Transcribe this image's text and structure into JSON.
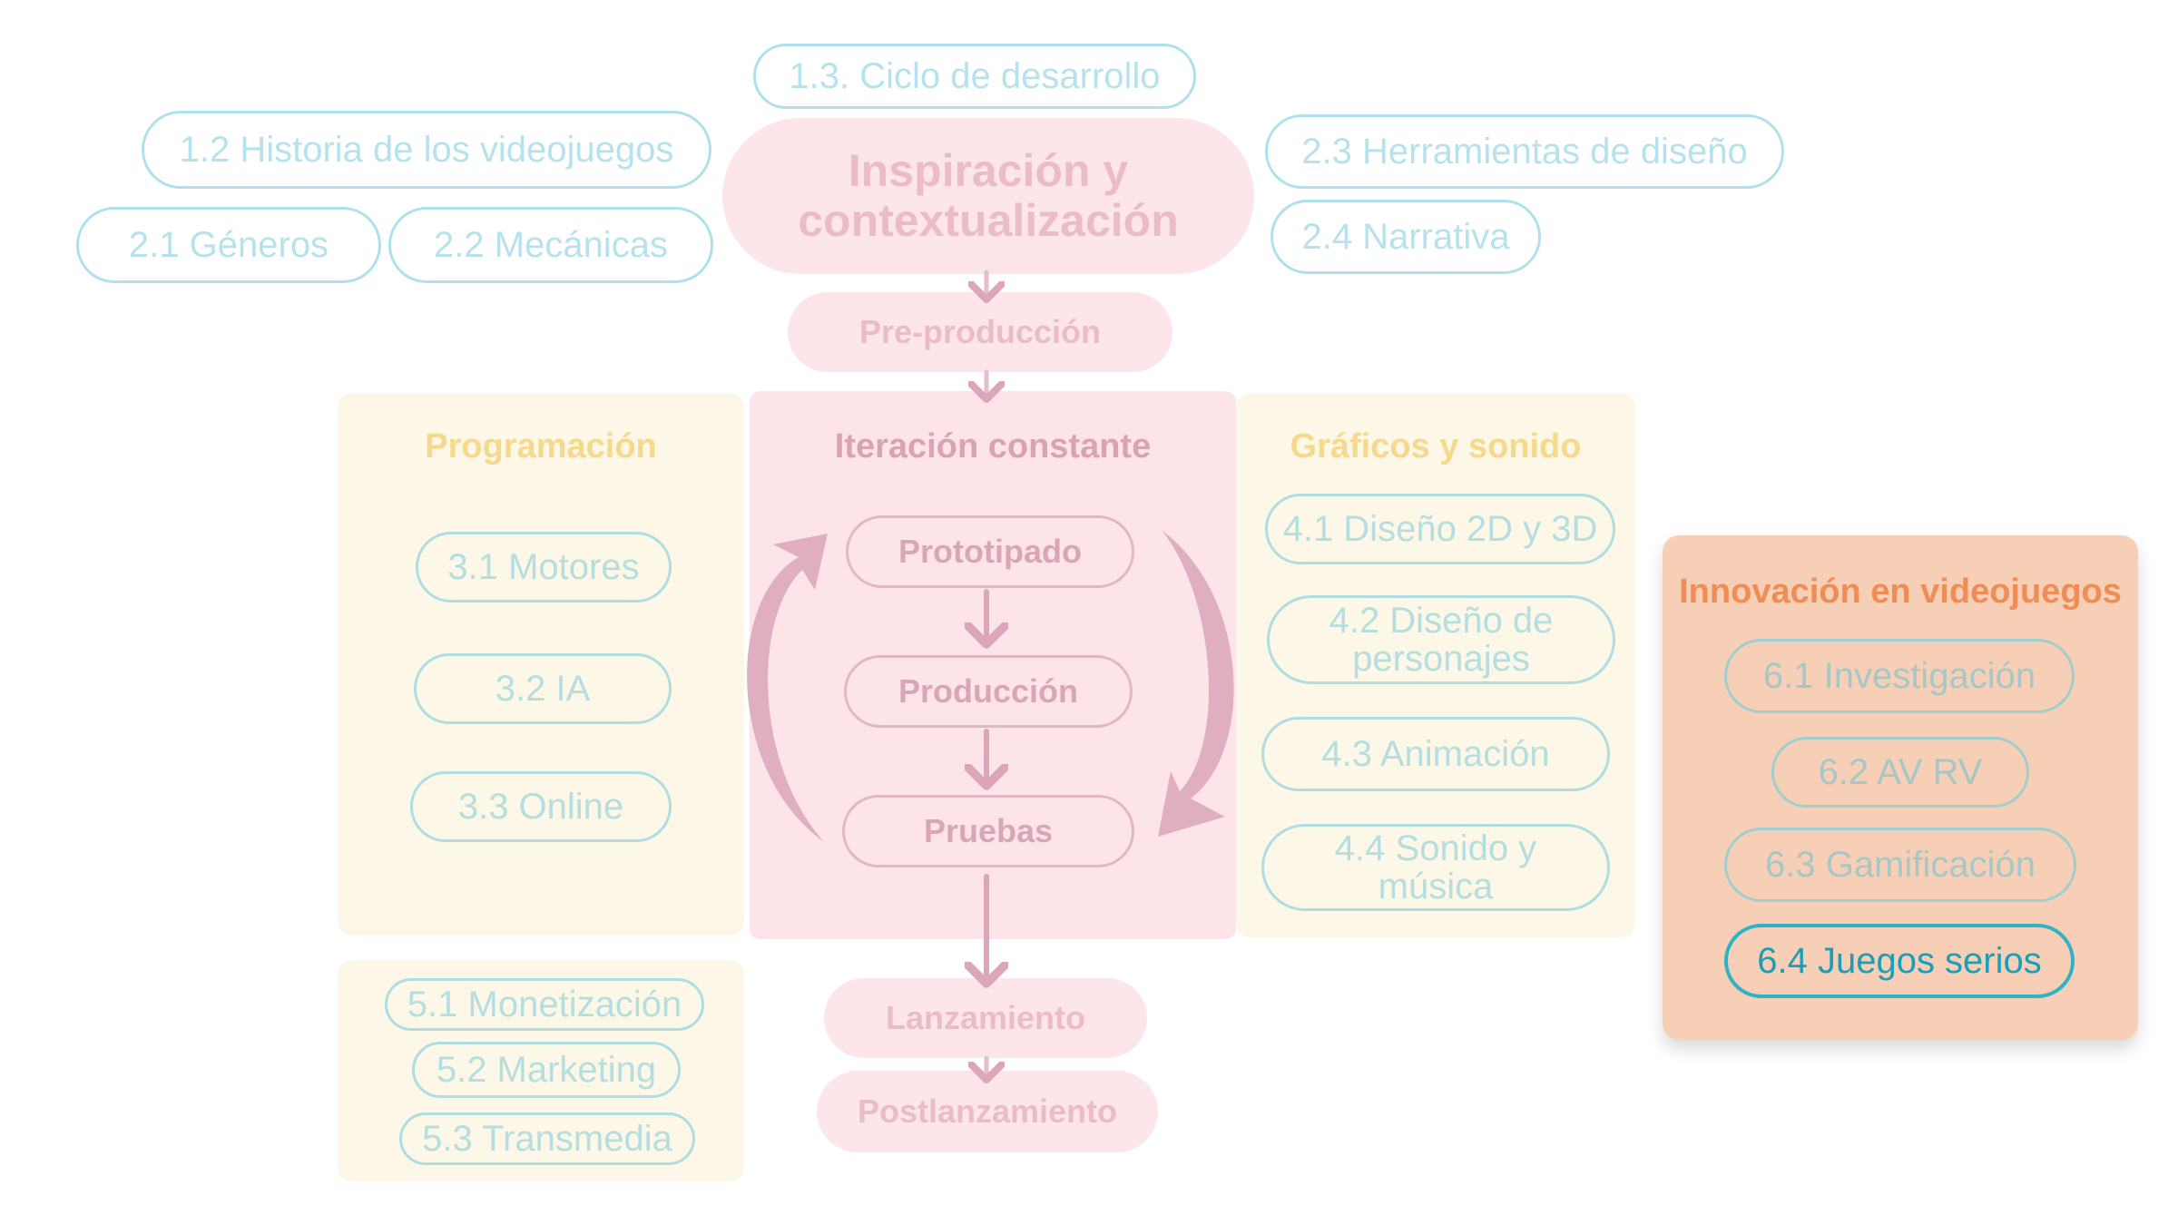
{
  "top": {
    "ciclo": "1.3. Ciclo de desarrollo",
    "historia": "1.2 Historia de los videojuegos",
    "generos": "2.1 Géneros",
    "mecanicas": "2.2 Mecánicas",
    "herramientas": "2.3 Herramientas de diseño",
    "narrativa": "2.4 Narrativa"
  },
  "flow": {
    "inspiracion": "Inspiración y contextualización",
    "preproduccion": "Pre-producción",
    "lanzamiento": "Lanzamiento",
    "postlanzamiento": "Postlanzamiento"
  },
  "programacion": {
    "title": "Programación",
    "items": [
      "3.1 Motores",
      "3.2 IA",
      "3.3 Online"
    ]
  },
  "iteracion": {
    "title": "Iteración constante",
    "items": [
      "Prototipado",
      "Producción",
      "Pruebas"
    ]
  },
  "graficos": {
    "title": "Gráficos y sonido",
    "items": [
      "4.1 Diseño 2D y 3D",
      "4.2 Diseño de personajes",
      "4.3 Animación",
      "4.4 Sonido y música"
    ]
  },
  "negocio": {
    "items": [
      "5.1 Monetización",
      "5.2 Marketing",
      "5.3 Transmedia"
    ]
  },
  "innovacion": {
    "title": "Innovación en videojuegos",
    "items": [
      "6.1 Investigación",
      "6.2 AV RV",
      "6.3 Gamificación",
      "6.4 Juegos serios"
    ],
    "active_index": 3
  },
  "colors": {
    "accent": "#2fb2c8",
    "innovation_panel": "#f7cfb6",
    "innovation_title": "#f08c55",
    "cream_panel": "#fdf7e8",
    "pink_panel": "#fde4e8",
    "cream_title": "#f5d98c",
    "pink_title": "#d9a3b3"
  }
}
